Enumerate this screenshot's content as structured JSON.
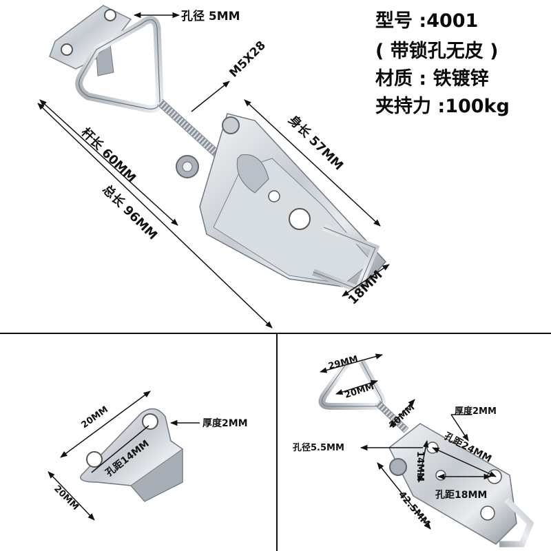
{
  "specs": {
    "model": "型号 :4001",
    "variant": "( 带锁孔无皮 )",
    "material": "材质 : 铁镀锌",
    "clamp_force": "夹持力 :100kg"
  },
  "top_view": {
    "hole_diameter": "孔径 5MM",
    "screw": "M5X28",
    "body_length": "身长 57MM",
    "rod_length": "杆长 60MM",
    "total_length": "总长 96MM",
    "width": "18MM"
  },
  "hook_view": {
    "length": "20MM",
    "width": "20MM",
    "hole_spacing": "孔距14MM",
    "thickness": "厚度2MM"
  },
  "latch_view": {
    "loop_outer": "29MM",
    "loop_inner": "20MM",
    "rod": "20MM",
    "thickness": "厚度2MM",
    "hole_diameter": "孔径5.5MM",
    "hole_spacing_24": "孔距24MM",
    "width": "14MM",
    "hole_spacing_18": "孔距18MM",
    "length": "42.5MM"
  }
}
